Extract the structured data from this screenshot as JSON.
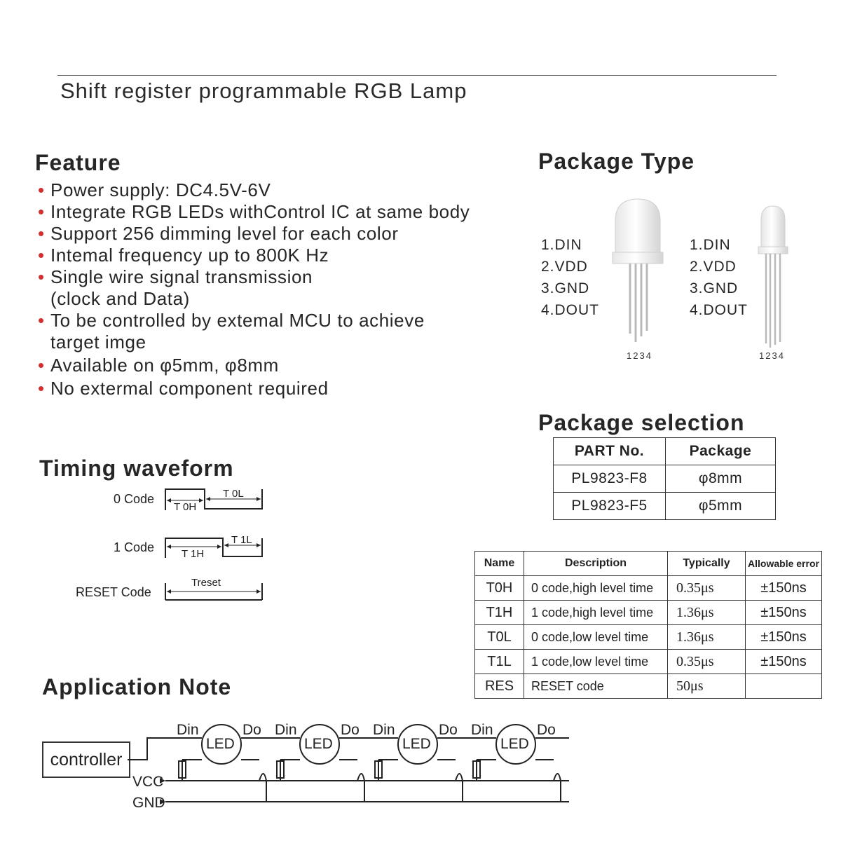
{
  "header": {
    "title": "Shift register programmable RGB Lamp"
  },
  "feature": {
    "heading": "Feature",
    "items": [
      "Power supply: DC4.5V-6V",
      "Integrate RGB LEDs withControl IC at same body",
      "Support 256 dimming level for each color",
      "Intemal frequency up to 800K Hz",
      "Single wire signal transmission\n(clock and Data)",
      "To be controlled by extemal MCU to achieve\ntarget imge",
      "Available on  φ5mm, φ8mm",
      "No extermal component required"
    ]
  },
  "package_type": {
    "heading": "Package Type",
    "pins_left": [
      "1.DIN",
      "2.VDD",
      "3.GND",
      "4.DOUT"
    ],
    "pins_right": [
      "1.DIN",
      "2.VDD",
      "3.GND",
      "4.DOUT"
    ],
    "pin_numbers_left": "1234",
    "pin_numbers_right": "1234"
  },
  "package_selection": {
    "heading": "Package selection",
    "columns": [
      "PART No.",
      "Package"
    ],
    "rows": [
      [
        "PL9823-F8",
        "φ8mm"
      ],
      [
        "PL9823-F5",
        "φ5mm"
      ]
    ]
  },
  "timing": {
    "heading": "Timing waveform",
    "zero_code": {
      "label": "0 Code",
      "high": "T 0H",
      "low": "T 0L"
    },
    "one_code": {
      "label": "1 Code",
      "high": "T 1H",
      "low": "T 1L"
    },
    "reset_code": {
      "label": "RESET Code",
      "period": "Treset"
    }
  },
  "timing_table": {
    "columns": [
      "Name",
      "Description",
      "Typically",
      "Allowable error"
    ],
    "rows": [
      [
        "T0H",
        "0 code,high level time",
        "0.35μs",
        "±150ns"
      ],
      [
        "T1H",
        "1 code,high level time",
        "1.36μs",
        "±150ns"
      ],
      [
        "T0L",
        "0 code,low level time",
        "1.36μs",
        "±150ns"
      ],
      [
        "T1L",
        "1 code,low level time",
        "0.35μs",
        "±150ns"
      ],
      [
        "RES",
        "RESET code",
        "50μs",
        ""
      ]
    ]
  },
  "application": {
    "heading": "Application Note",
    "controller": "controller",
    "vcc": "VCC",
    "gnd": "GND",
    "leds": [
      {
        "label": "LED",
        "din": "Din",
        "dout": "Do"
      },
      {
        "label": "LED",
        "din": "Din",
        "dout": "Do"
      },
      {
        "label": "LED",
        "din": "Din",
        "dout": "Do"
      },
      {
        "label": "LED",
        "din": "Din",
        "dout": "Do"
      }
    ]
  }
}
